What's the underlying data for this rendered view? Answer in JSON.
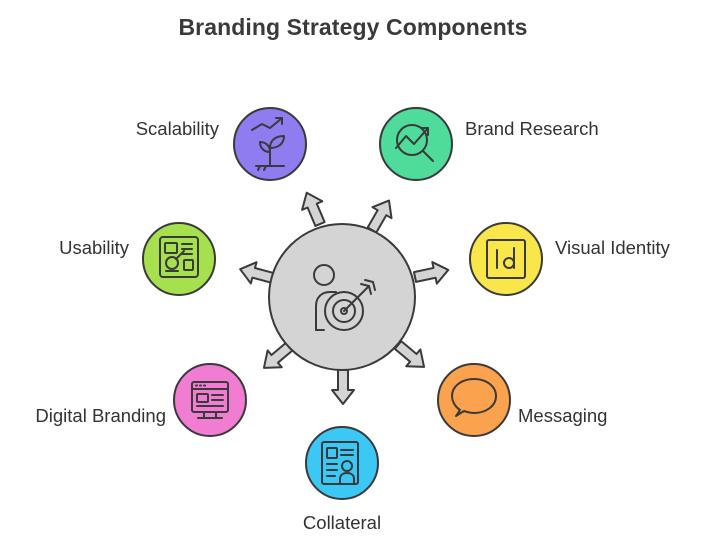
{
  "title": "Branding Strategy Components",
  "center": {
    "icon": "person-target-icon",
    "color": "#d4d4d4"
  },
  "components": [
    {
      "key": "scalability",
      "label": "Scalability",
      "icon": "plant-growth-chart-icon",
      "color": "#8e7cf0"
    },
    {
      "key": "brand_research",
      "label": "Brand Research",
      "icon": "chart-magnifier-icon",
      "color": "#4fdb9a"
    },
    {
      "key": "usability",
      "label": "Usability",
      "icon": "interface-layout-icon",
      "color": "#a7e04e"
    },
    {
      "key": "visual_identity",
      "label": "Visual Identity",
      "icon": "id-badge-icon",
      "color": "#f8e64a"
    },
    {
      "key": "digital_branding",
      "label": "Digital Branding",
      "icon": "browser-window-icon",
      "color": "#f07dd2"
    },
    {
      "key": "messaging",
      "label": "Messaging",
      "icon": "speech-bubble-icon",
      "color": "#fba24e"
    },
    {
      "key": "collateral",
      "label": "Collateral",
      "icon": "document-person-icon",
      "color": "#3cc8f4"
    }
  ]
}
